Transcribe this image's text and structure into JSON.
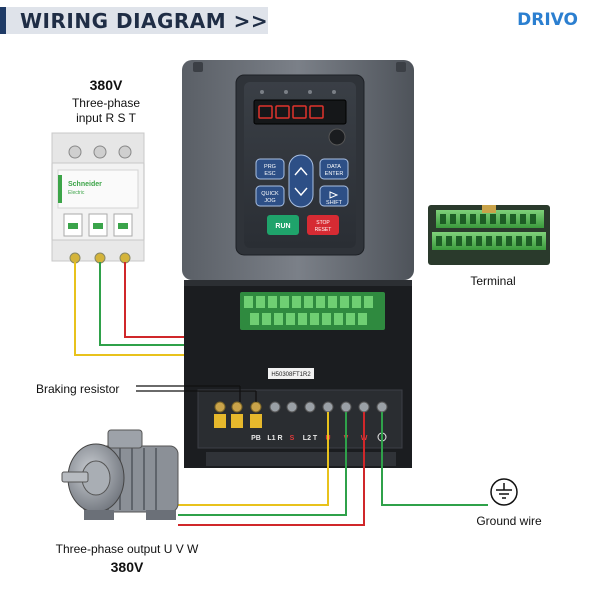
{
  "header": {
    "title": "WIRING DIAGRAM >>",
    "brand": "DRIVO"
  },
  "input": {
    "voltage": "380V",
    "line1": "Three-phase",
    "line2": "input R S T"
  },
  "breaker": {
    "brand": "Schneider",
    "sub": "Electric"
  },
  "labels": {
    "terminal": "Terminal",
    "braking_resistor": "Braking resistor",
    "ground_wire": "Ground wire",
    "output_line": "Three-phase output U V W",
    "output_voltage": "380V",
    "board_code": "H50308FT1R2"
  },
  "keypad": {
    "prg": "PRG",
    "esc": "ESC",
    "data": "DATA",
    "enter": "ENTER",
    "quick": "QUICK",
    "jog": "JOG",
    "shift": "SHIFT",
    "run": "RUN",
    "stop": "STOP",
    "reset": "RESET"
  },
  "power_terminals": [
    "PB",
    "L1\nR",
    "S",
    "L2\nT",
    "U",
    "V",
    "W"
  ],
  "colors": {
    "yellow": "#e8c21c",
    "green": "#2fa14a",
    "red": "#d0272a"
  }
}
